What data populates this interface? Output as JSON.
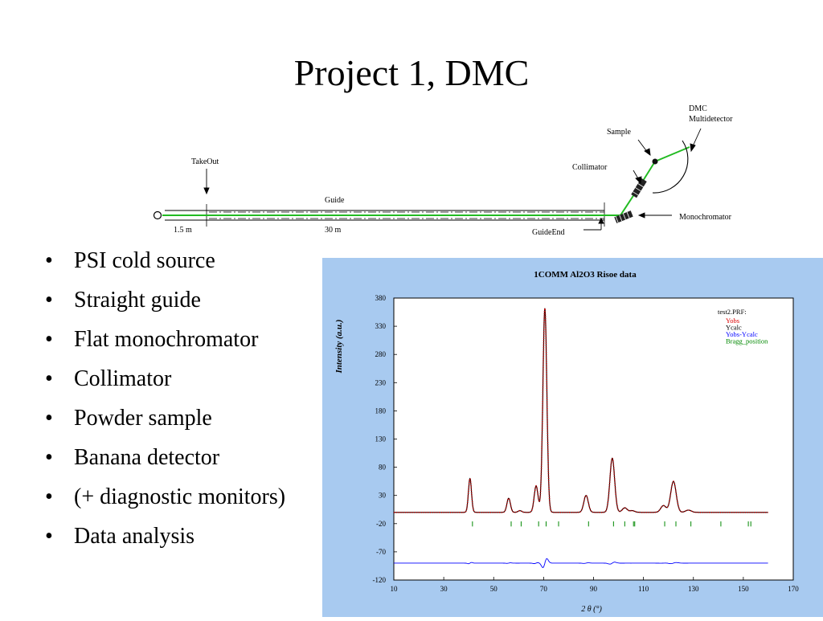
{
  "slide": {
    "title": "Project 1, DMC"
  },
  "bullets": [
    "PSI cold source",
    "Straight guide",
    "Flat monochromator",
    "Collimator",
    "Powder sample",
    "Banana detector",
    "(+ diagnostic monitors)",
    "Data analysis"
  ],
  "diagram": {
    "labels": {
      "takeout": "TakeOut",
      "guide": "Guide",
      "dist1": "1.5 m",
      "dist2": "30 m",
      "guideend": "GuideEnd",
      "collimator": "Collimator",
      "sample": "Sample",
      "dmc1": "DMC",
      "dmc2": "Multidetector",
      "monochromator": "Monochromator"
    },
    "colors": {
      "beam": "#22bb22",
      "line": "#000000"
    }
  },
  "chart_data": {
    "type": "line",
    "title": "1COMM Al2O3 Risoe data",
    "xlabel": "2 θ  (°)",
    "ylabel": "Intensity (a.u.)",
    "xlim": [
      10,
      170
    ],
    "ylim": [
      -120,
      380
    ],
    "xticks": [
      10,
      30,
      50,
      70,
      90,
      110,
      130,
      150,
      170
    ],
    "yticks": [
      380,
      330,
      280,
      230,
      180,
      130,
      80,
      30,
      -20,
      -70,
      -120
    ],
    "legend": {
      "placement": "top-right",
      "header": "test2.PRF:",
      "entries": [
        {
          "name": "Yobs",
          "color": "#dd0000"
        },
        {
          "name": "Ycalc",
          "color": "#000000"
        },
        {
          "name": "Yobs-Ycalc",
          "color": "#0000ff"
        },
        {
          "name": "Bragg_position",
          "color": "#008800"
        }
      ]
    },
    "background": 0,
    "difference_offset": -90,
    "peaks": [
      {
        "x": 40.5,
        "height": 60
      },
      {
        "x": 56.0,
        "height": 25
      },
      {
        "x": 60.5,
        "height": 3
      },
      {
        "x": 67.0,
        "height": 47
      },
      {
        "x": 70.5,
        "height": 362
      },
      {
        "x": 87.0,
        "height": 30
      },
      {
        "x": 97.5,
        "height": 96
      },
      {
        "x": 102.5,
        "height": 8
      },
      {
        "x": 105.5,
        "height": 3
      },
      {
        "x": 118.0,
        "height": 12
      },
      {
        "x": 122.0,
        "height": 55
      },
      {
        "x": 128.0,
        "height": 4
      }
    ],
    "bragg_positions": [
      41.5,
      57.0,
      61.0,
      68.0,
      71.0,
      76.0,
      88.0,
      98.0,
      102.5,
      106.0,
      106.5,
      118.5,
      123.0,
      129.0,
      141.0,
      152.0,
      153.0
    ]
  }
}
